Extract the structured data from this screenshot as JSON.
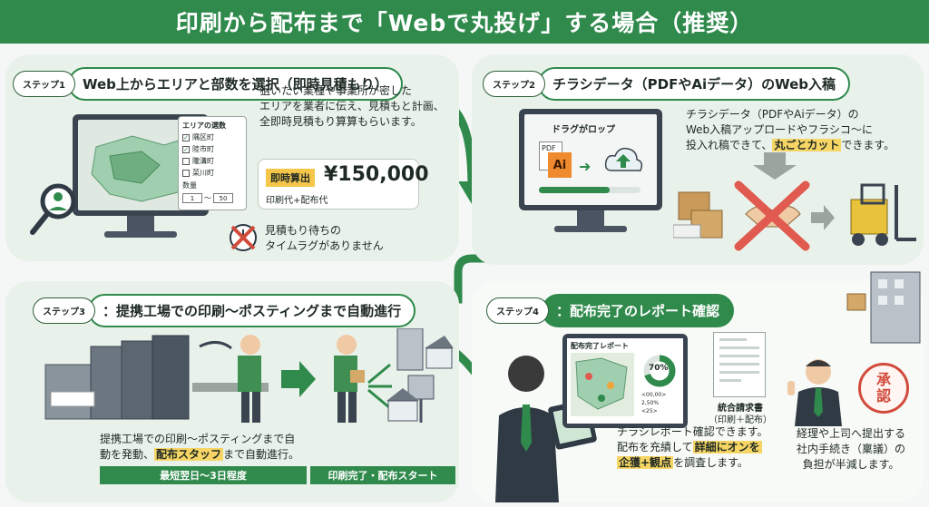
{
  "header": {
    "title": "印刷から配布まで「Webで丸投げ」する場合（推奨）"
  },
  "step1": {
    "badge": "ステップ1",
    "title": "Web上からエリアと部数を選択（即時見積もり）",
    "desc1": "狙いたい業種や事業所が密した",
    "desc2": "エリアを業者に伝え、見積もと計画、",
    "desc3": "全即時見積もり算算もらいます。",
    "area_title": "エリアの選数",
    "areas": [
      {
        "label": "隅区町",
        "checked": true
      },
      {
        "label": "陸市町",
        "checked": true
      },
      {
        "label": "隴溝町",
        "checked": false
      },
      {
        "label": "菜川町",
        "checked": false
      }
    ],
    "qty_label": "数量",
    "qty_from": "1",
    "qty_sep": "〜",
    "qty_to": "50",
    "price_tag": "即時算出",
    "price": "¥150,000",
    "price_sub": "印刷代+配布代",
    "note1": "見積もり待ちの",
    "note2": "タイムラグがありません"
  },
  "step2": {
    "badge": "ステップ2",
    "title": "チラシデータ（PDFやAiデータ）のWeb入稿",
    "drag_label": "ドラグがロップ",
    "pdf_label": "PDF",
    "ai_label": "Ai",
    "desc1": "チラシデータ（PDFやAiデータ）の",
    "desc2": "Web入稿アップロードやフラシコ〜に",
    "desc3a": "投入れ稿できて、",
    "desc3b": "丸ごとカット",
    "desc3c": "できます。"
  },
  "step3": {
    "badge": "ステップ3",
    "title": "：提携工場での印刷〜ポスティングまで自動進行",
    "desc1": "提携工場での印刷〜ポスティングまで自",
    "desc2a": "動を発動、",
    "desc2b": "配布スタッフ",
    "desc2c": "まで自動進行。",
    "timeline1": "最短翌日〜3日程度",
    "timeline2": "印刷完了・配布スタート"
  },
  "step4": {
    "badge": "ステップ4",
    "title": "：配布完了のレポート確認",
    "report_title": "配布完了レポート",
    "report_pct": "70%",
    "report_small1": "<00,00>",
    "report_small2": "2,50%",
    "report_small3": "<25>",
    "doc_label1": "統合請求書",
    "doc_label2": "（印刷＋配布）",
    "stamp_1": "承",
    "stamp_2": "認",
    "desc1": "チラシレポート確認できます。",
    "desc2a": "配布を充績して",
    "desc2b": "詳細にオンを",
    "desc3a": "企獲+観点",
    "desc3b": "を調査します。",
    "right1": "経理や上司へ提出する",
    "right2": "社内手続き（稟議）の",
    "right3": "負担が半減します。"
  },
  "colors": {
    "accent": "#2f8a4c",
    "highlight": "#f6d565",
    "stamp": "#d14b3c"
  }
}
